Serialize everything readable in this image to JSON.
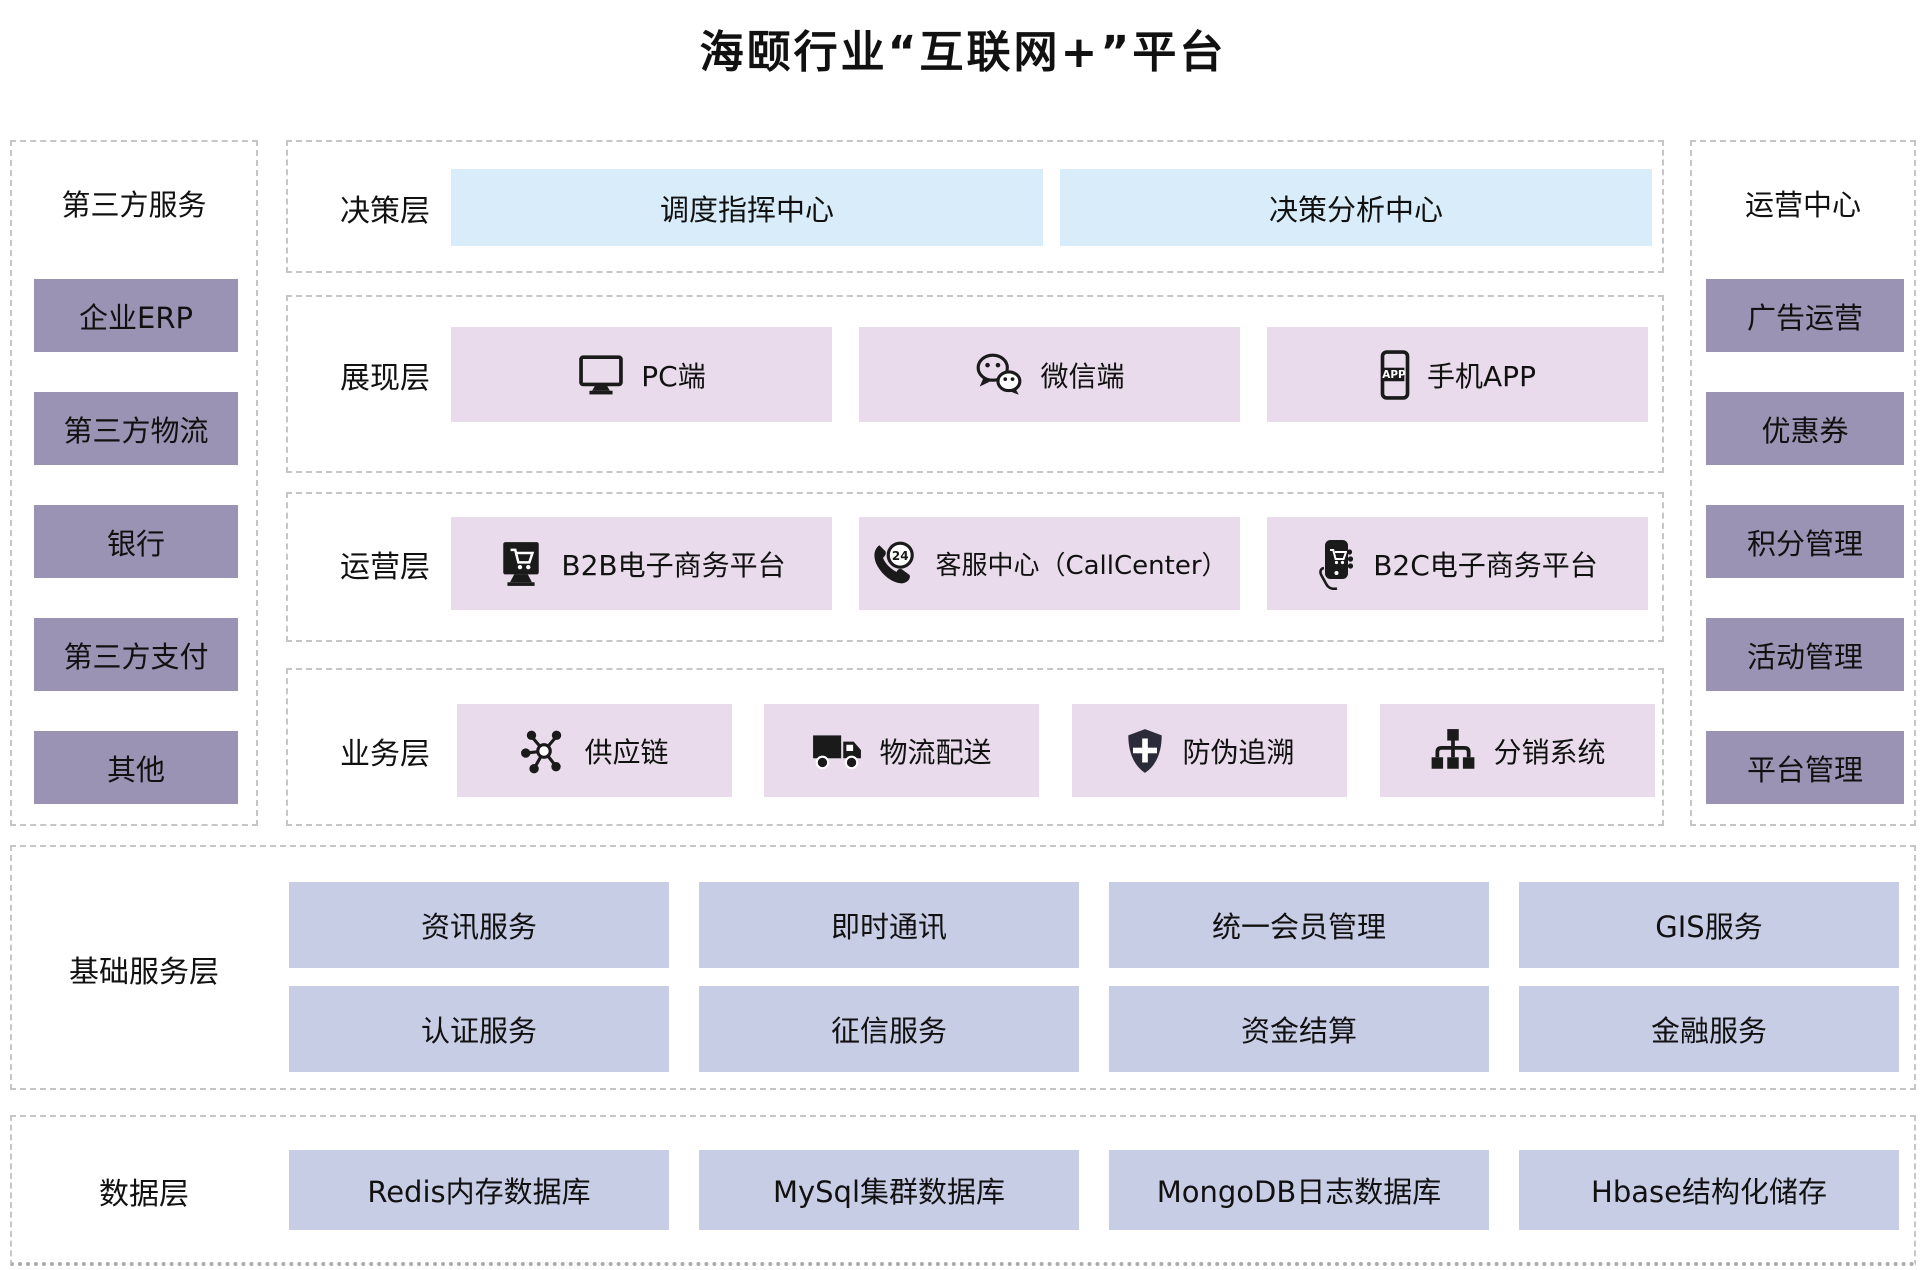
{
  "title": "海颐行业“互联网+”平台",
  "colors": {
    "side_box_purple": "#9b93b4",
    "decision_blue": "#d8edf9",
    "service_pink": "#e9dbec",
    "base_periwinkle": "#c8cde6",
    "dashed_border": "#c6c6c6",
    "icon_black": "#1a1a1a"
  },
  "left_panel": {
    "header": "第三方服务",
    "items": [
      "企业ERP",
      "第三方物流",
      "银行",
      "第三方支付",
      "其他"
    ]
  },
  "right_panel": {
    "header": "运营中心",
    "items": [
      "广告运营",
      "优惠券",
      "积分管理",
      "活动管理",
      "平台管理"
    ]
  },
  "layers": {
    "decision": {
      "label": "决策层",
      "items": [
        {
          "text": "调度指挥中心"
        },
        {
          "text": "决策分析中心"
        }
      ]
    },
    "presentation": {
      "label": "展现层",
      "items": [
        {
          "icon": "pc-monitor-icon",
          "text": "PC端"
        },
        {
          "icon": "wechat-icon",
          "text": "微信端"
        },
        {
          "icon": "mobile-app-icon",
          "text": "手机APP"
        }
      ]
    },
    "operation": {
      "label": "运营层",
      "items": [
        {
          "icon": "b2b-ecommerce-icon",
          "text": "B2B电子商务平台"
        },
        {
          "icon": "callcenter-24h-icon",
          "text": "客服中心（CallCenter）"
        },
        {
          "icon": "b2c-ecommerce-icon",
          "text": "B2C电子商务平台"
        }
      ]
    },
    "business": {
      "label": "业务层",
      "items": [
        {
          "icon": "supply-chain-icon",
          "text": "供应链"
        },
        {
          "icon": "logistics-truck-icon",
          "text": "物流配送"
        },
        {
          "icon": "anti-fake-shield-icon",
          "text": "防伪追溯"
        },
        {
          "icon": "distribution-tree-icon",
          "text": "分销系统"
        }
      ]
    }
  },
  "base_services": {
    "label": "基础服务层",
    "rows": [
      [
        "资讯服务",
        "即时通讯",
        "统一会员管理",
        "GIS服务"
      ],
      [
        "认证服务",
        "征信服务",
        "资金结算",
        "金融服务"
      ]
    ]
  },
  "data_layer": {
    "label": "数据层",
    "items": [
      "Redis内存数据库",
      "MySql集群数据库",
      "MongoDB日志数据库",
      "Hbase结构化储存"
    ]
  }
}
